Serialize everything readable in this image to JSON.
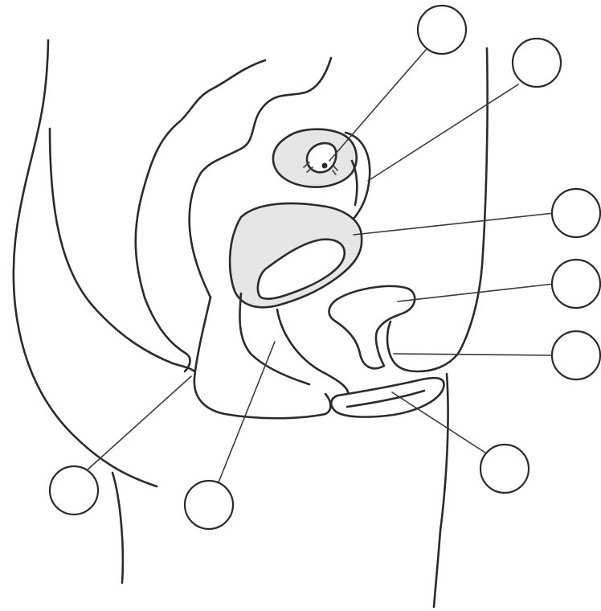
{
  "diagram": {
    "labels": [
      {
        "id": "a",
        "text": ""
      },
      {
        "id": "b",
        "text": ""
      },
      {
        "id": "c",
        "text": ""
      },
      {
        "id": "d",
        "text": ""
      },
      {
        "id": "e",
        "text": ""
      },
      {
        "id": "f",
        "text": ""
      },
      {
        "id": "g",
        "text": ""
      },
      {
        "id": "h",
        "text": ""
      }
    ]
  }
}
